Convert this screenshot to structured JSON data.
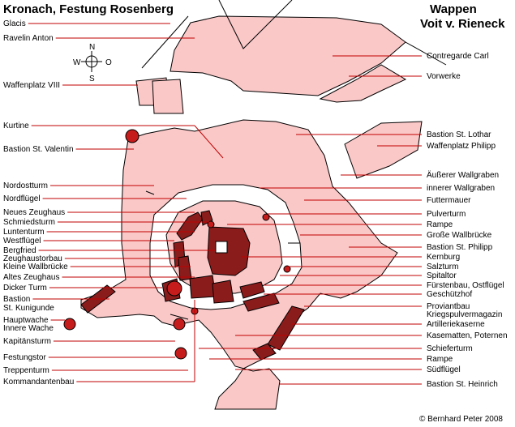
{
  "title": "Kronach, Festung Rosenberg",
  "wappen": {
    "line1": "Wappen",
    "line2": "Voit v. Rieneck"
  },
  "credit": "© Bernhard Peter 2008",
  "compass": {
    "n": "N",
    "s": "S",
    "e": "O",
    "w": "W"
  },
  "colors": {
    "fill": "#fbc8c8",
    "building": "#8b1c1c",
    "tower": "#c71c1c",
    "leader": "#c00000"
  },
  "labels_left": [
    "Glacis",
    "Ravelin Anton",
    "Waffenplatz VIII",
    "Kurtine",
    "Bastion St. Valentin",
    "Nordostturm",
    "Nordflügel",
    "Neues Zeughaus",
    "Schmiedsturm",
    "Luntenturm",
    "Westflügel",
    "Bergfried",
    "Zeughaustorbau",
    "Kleine Wallbrücke",
    "Altes Zeughaus",
    "Dicker Turm",
    "Bastion",
    "St. Kunigunde",
    "Hauptwache",
    "Innere Wache",
    "Kapitänsturm",
    "Festungstor",
    "Treppenturm",
    "Kommandantenbau"
  ],
  "labels_right": [
    "Contregarde Carl",
    "Vorwerke",
    "Bastion St. Lothar",
    "Waffenplatz Philipp",
    "Äußerer Wallgraben",
    "innerer Wallgraben",
    "Futtermauer",
    "Pulverturm",
    "Rampe",
    "Große Wallbrücke",
    "Bastion St. Philipp",
    "Kernburg",
    "Salzturm",
    "Spitaltor",
    "Fürstenbau, Ostflügel",
    "Geschützhof",
    "Proviantbau",
    "Kriegspulvermagazin",
    "Artilleriekaserne",
    "Kasematten, Poternen",
    "Schieferturm",
    "Rampe",
    "Südflügel",
    "Bastion St. Heinrich"
  ]
}
